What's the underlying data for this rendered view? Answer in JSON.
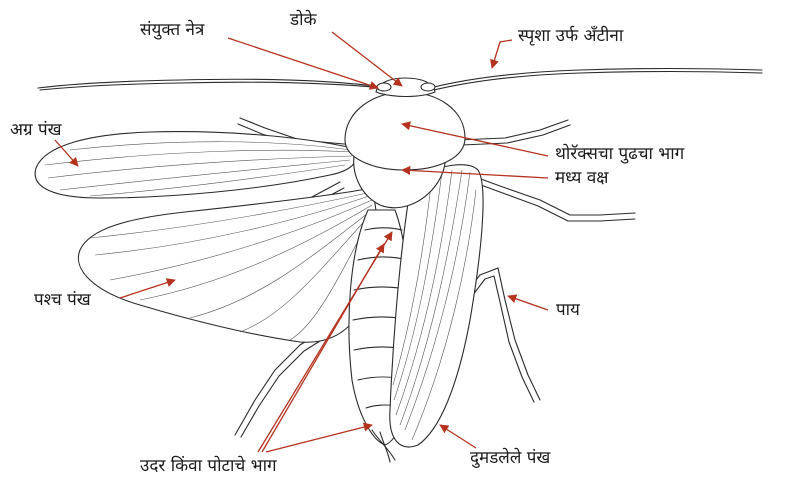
{
  "labels": {
    "compound_eye": "संयुक्त नेत्र",
    "head": "डोके",
    "antenna": "स्पृशा उर्फ अँटीना",
    "forewing": "अग्र पंख",
    "prothorax": "थोरॅक्सचा पुढचा भाग",
    "mesothorax": "मध्य वक्ष",
    "hindwing": "पश्च पंख",
    "leg": "पाय",
    "abdomen": "उदर किंवा पोटाचे भाग",
    "folded_wing": "दुमडलेले पंख"
  },
  "colors": {
    "arrow": "#b5321f",
    "ink": "#2a2a2a",
    "background": "#ffffff"
  }
}
